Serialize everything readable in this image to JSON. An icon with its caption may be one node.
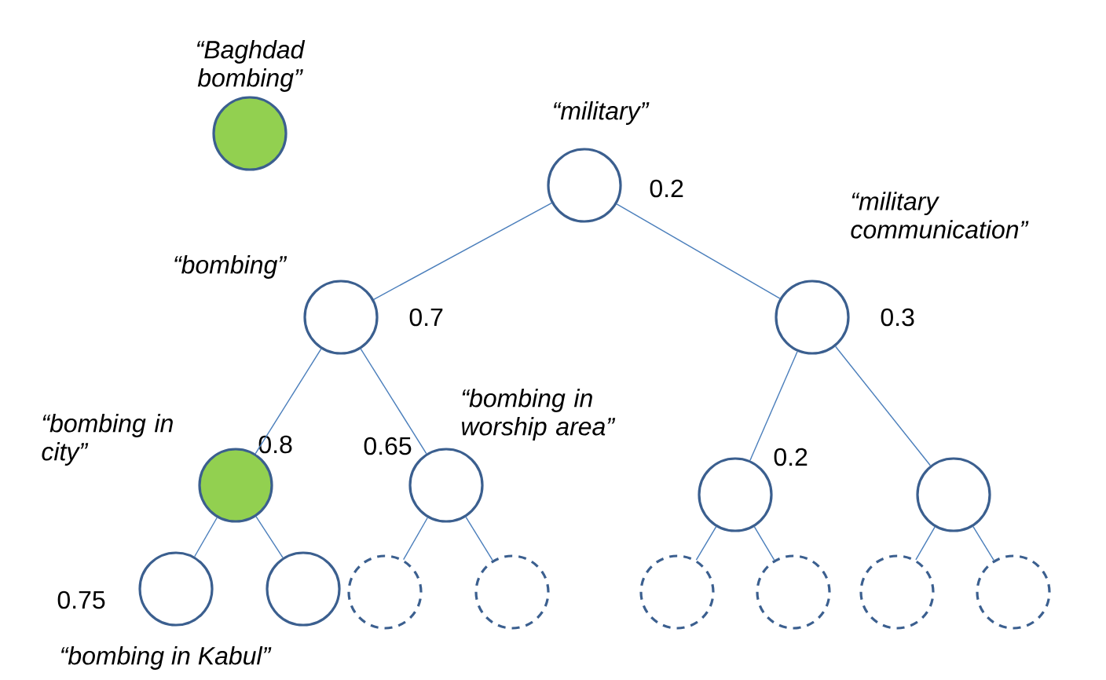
{
  "diagram": {
    "nodes": [
      {
        "text": [],
        "shape": "circle",
        "beside": [
          "“Baghdad bombing”"
        ]
      },
      {
        "text": [],
        "shape": "circle",
        "beside": [
          "“military”",
          "0.2"
        ]
      },
      {
        "text": [],
        "shape": "circle",
        "beside": [
          "“bombing”",
          "0.7"
        ]
      },
      {
        "text": [],
        "shape": "circle",
        "beside": [
          "“military communication”",
          "0.3"
        ]
      },
      {
        "text": [],
        "shape": "circle",
        "beside": [
          "“bombing in city”",
          "0.8"
        ]
      },
      {
        "text": [],
        "shape": "circle",
        "beside": [
          "“bombing in worship area”",
          "0.65"
        ]
      },
      {
        "text": [],
        "shape": "circle",
        "beside": [
          "0.2"
        ]
      },
      {
        "text": [],
        "shape": "circle"
      },
      {
        "text": [],
        "shape": "circle",
        "beside": [
          "0.75",
          "“bombing in Kabul”"
        ]
      },
      {
        "text": [],
        "shape": "circle"
      },
      {
        "text": [],
        "shape": "circle"
      },
      {
        "text": [],
        "shape": "circle"
      },
      {
        "text": [],
        "shape": "circle"
      },
      {
        "text": [],
        "shape": "circle"
      },
      {
        "text": [],
        "shape": "circle"
      },
      {
        "text": [],
        "shape": "circle"
      }
    ],
    "edges": [
      {
        "from": 1,
        "to": 2,
        "arrow": "none"
      },
      {
        "from": 1,
        "to": 3,
        "arrow": "none"
      },
      {
        "from": 2,
        "to": 4,
        "arrow": "none"
      },
      {
        "from": 2,
        "to": 5,
        "arrow": "none"
      },
      {
        "from": 3,
        "to": 6,
        "arrow": "none"
      },
      {
        "from": 3,
        "to": 7,
        "arrow": "none"
      },
      {
        "from": 4,
        "to": 8,
        "arrow": "none"
      },
      {
        "from": 4,
        "to": 9,
        "arrow": "none"
      },
      {
        "from": 5,
        "to": 10,
        "arrow": "none"
      },
      {
        "from": 5,
        "to": 11,
        "arrow": "none"
      },
      {
        "from": 6,
        "to": 12,
        "arrow": "none"
      },
      {
        "from": 6,
        "to": 13,
        "arrow": "none"
      },
      {
        "from": 7,
        "to": 14,
        "arrow": "none"
      },
      {
        "from": 7,
        "to": 15,
        "arrow": "none"
      }
    ]
  }
}
